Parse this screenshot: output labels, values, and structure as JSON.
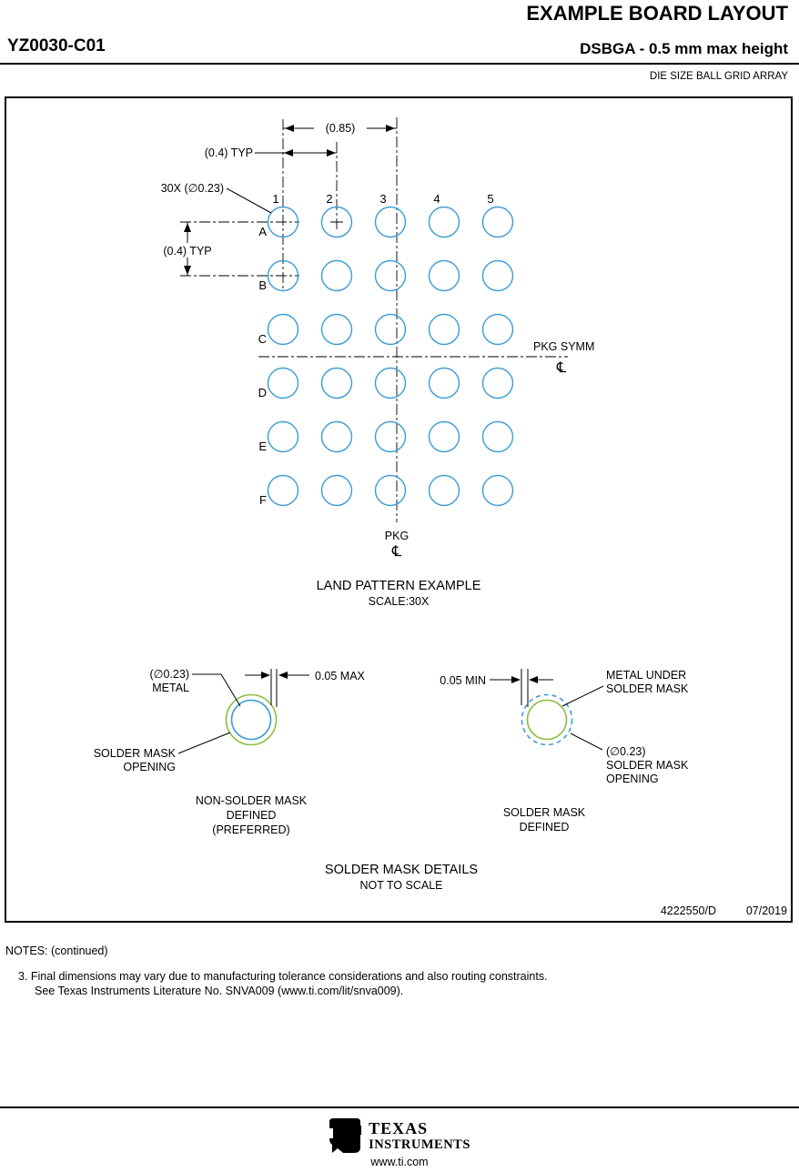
{
  "header": {
    "title": "EXAMPLE BOARD LAYOUT",
    "part_number": "YZ0030-C01",
    "package_descriptor": "DSBGA - 0.5 mm max height",
    "package_type": "DIE SIZE BALL GRID ARRAY"
  },
  "land_pattern": {
    "title": "LAND PATTERN EXAMPLE",
    "scale": "SCALE:30X",
    "columns": [
      "1",
      "2",
      "3",
      "4",
      "5"
    ],
    "rows": [
      "A",
      "B",
      "C",
      "D",
      "E",
      "F"
    ],
    "dim_horizontal": "(0.85)",
    "dim_pitch_top": "(0.4) TYP",
    "dim_pitch_left": "(0.4) TYP",
    "ball_callout": "30X (∅0.23)",
    "pkg_symm_label": "PKG SYMM",
    "pkg_label": "PKG",
    "centerline_symbol": "℄"
  },
  "solder_mask_details": {
    "title": "SOLDER MASK DETAILS",
    "subtitle": "NOT TO SCALE",
    "nsmd": {
      "metal_dia": "(∅0.23)",
      "metal": "METAL",
      "clearance": "0.05 MAX",
      "opening_line1": "SOLDER MASK",
      "opening_line2": "OPENING",
      "caption_line1": "NON-SOLDER MASK",
      "caption_line2": "DEFINED",
      "caption_line3": "(PREFERRED)"
    },
    "smd": {
      "clearance": "0.05 MIN",
      "metal_line1": "METAL UNDER",
      "metal_line2": "SOLDER MASK",
      "opening_dia": "(∅0.23)",
      "opening_line1": "SOLDER MASK",
      "opening_line2": "OPENING",
      "caption_line1": "SOLDER MASK",
      "caption_line2": "DEFINED"
    }
  },
  "title_block": {
    "doc_number": "4222550/D",
    "revision_date": "07/2019"
  },
  "notes": {
    "heading": "NOTES: (continued)",
    "note3_line1": "3. Final dimensions may vary due to manufacturing tolerance considerations and also routing constraints.",
    "note3_line2": "See Texas Instruments Literature No. SNVA009 (www.ti.com/lit/snva009)."
  },
  "branding": {
    "logo_glyph": "ti",
    "company_line1": "TEXAS",
    "company_line2": "INSTRUMENTS",
    "website": "www.ti.com"
  },
  "colors": {
    "pad_blue": "#3d9bd5",
    "mask_green": "#8cbf3f"
  }
}
